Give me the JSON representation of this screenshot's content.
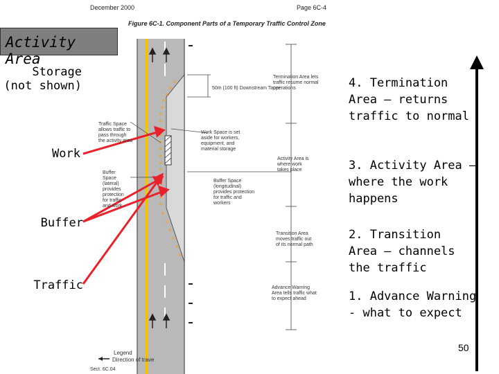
{
  "figure": {
    "header_left": "December 2000",
    "header_right": "Page 6C-4",
    "caption": "Figure 6C-1.  Component Parts of a Temporary Traffic Control Zone",
    "annotations": {
      "termination": "Termination Area lets traffic resume normal operations",
      "downstream_taper": "50m (100 ft) Downstream Taper",
      "traffic_space": "Traffic Space allows traffic to pass through the activity area",
      "work_space": "Work Space is set aside for workers, equipment, and material storage",
      "activity_area": "Activity Area is where work takes place",
      "buffer_lateral": "Buffer Space (lateral) provides protection for traffic and work",
      "buffer_longitudinal": "Buffer Space (longitudinal) provides protection for traffic and workers",
      "transition_area": "Transition Area moves traffic out of its normal path",
      "advance_warning": "Advance Warning Area tells traffic what to expect ahead",
      "legend_title": "Legend",
      "legend_direction": "Direction of trave",
      "sect": "Sect. 6C.04"
    }
  },
  "slide": {
    "title": "Activity Area",
    "left_labels": {
      "storage_line1": "Storage",
      "storage_line2": "(not shown)",
      "work": "Work",
      "buffer": "Buffer",
      "traffic": "Traffic"
    },
    "right_labels": {
      "termination_1": "4. Termination",
      "termination_2": "Area – returns",
      "termination_3": "traffic to normal",
      "activity_1": "3. Activity Area –",
      "activity_2": "where the work",
      "activity_3": "happens",
      "transition_1": "2. Transition",
      "transition_2": "Area – channels",
      "transition_3": "the traffic",
      "warning_1": "1. Advance Warning",
      "warning_2": "- what to expect"
    },
    "page_number": "50"
  },
  "colors": {
    "title_box": "#7f7f7f",
    "arrow_red": "#e8212b",
    "cone_orange": "#f0a040",
    "road_gray": "#b9b9b9",
    "centerline_yellow": "#f5c400"
  }
}
